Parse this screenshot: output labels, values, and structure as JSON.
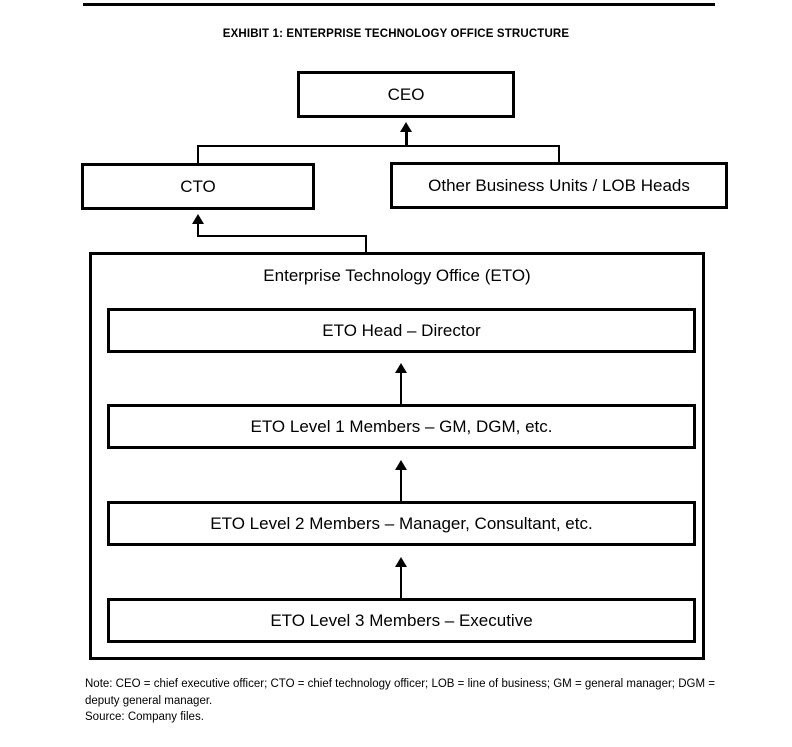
{
  "exhibit": {
    "title": "EXHIBIT 1: ENTERPRISE TECHNOLOGY OFFICE STRUCTURE"
  },
  "diagram": {
    "type": "org-chart",
    "nodes": {
      "ceo": "CEO",
      "cto": "CTO",
      "other_business_units": "Other Business Units / LOB Heads",
      "eto_container": "Enterprise Technology Office (ETO)",
      "eto_head": "ETO Head – Director",
      "eto_level_1": "ETO Level 1 Members – GM, DGM, etc.",
      "eto_level_2": "ETO Level 2 Members – Manager, Consultant, etc.",
      "eto_level_3": "ETO Level 3 Members – Executive"
    },
    "edges": [
      {
        "from": "cto",
        "to": "ceo",
        "style": "elbow-arrow-up"
      },
      {
        "from": "other_business_units",
        "to": "ceo",
        "style": "elbow-arrow-up"
      },
      {
        "from": "eto_container",
        "to": "cto",
        "style": "elbow-arrow-up"
      },
      {
        "from": "eto_level_1",
        "to": "eto_head",
        "style": "arrow-up"
      },
      {
        "from": "eto_level_2",
        "to": "eto_level_1",
        "style": "arrow-up"
      },
      {
        "from": "eto_level_3",
        "to": "eto_level_2",
        "style": "arrow-up"
      }
    ]
  },
  "footnote": {
    "note": "Note: CEO = chief executive officer; CTO = chief technology officer; LOB = line of business; GM = general manager; DGM = deputy general manager.",
    "source": "Source: Company files."
  },
  "colors": {
    "ink": "#000000",
    "paper": "#ffffff"
  }
}
